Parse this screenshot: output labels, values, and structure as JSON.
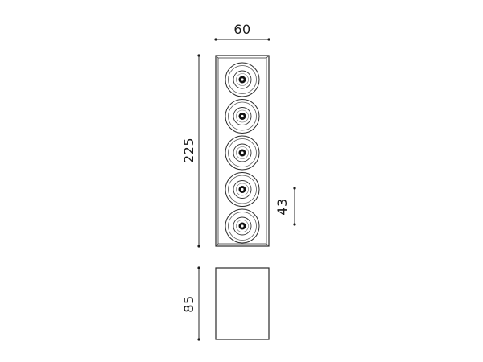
{
  "dimensions": {
    "width": "60",
    "height": "225",
    "module_pitch": "43",
    "depth": "85"
  },
  "fixture": {
    "spot_count": 5
  }
}
